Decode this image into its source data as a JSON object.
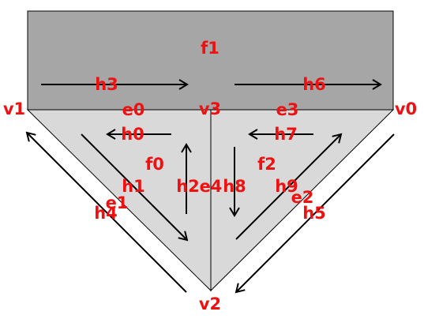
{
  "colors": {
    "label": "#ee1111",
    "top_face": "#a6a6a6",
    "triangle_face": "#d9d9d9",
    "stroke": "#000000",
    "background": "#ffffff"
  },
  "faces": {
    "f1": "f1",
    "f0": "f0",
    "f2": "f2"
  },
  "vertices": {
    "v0": "v0",
    "v1": "v1",
    "v2": "v2",
    "v3": "v3"
  },
  "edges": {
    "e0": "e0",
    "e1": "e1",
    "e2": "e2",
    "e3": "e3",
    "e4": "e4"
  },
  "halfedges": {
    "h0": "h0",
    "h1": "h1",
    "h2": "h2",
    "h3": "h3",
    "h4": "h4",
    "h5": "h5",
    "h6": "h6",
    "h7": "h7",
    "h8": "h8",
    "h9": "h9"
  }
}
